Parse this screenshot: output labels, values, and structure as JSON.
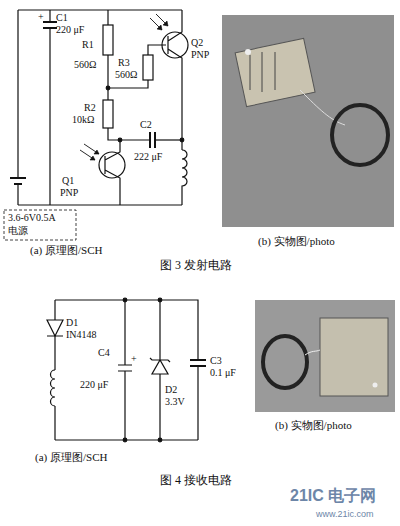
{
  "diagram": {
    "labels": [
      "+",
      "C1",
      "220 μF",
      "R1",
      "560Ω",
      "R3",
      "560Ω",
      "Q2",
      "PNP",
      "R2",
      "10kΩ",
      "C2",
      "222 μF",
      "Q1",
      "PNP",
      "3.6-6V0.5A",
      "电源",
      "(a) 原理图/SCH",
      "(b) 实物图/photo",
      "图 3  发射电路",
      "D1",
      "IN4148",
      "+",
      "C4",
      "220 μF",
      "D2",
      "3.3V",
      "C3",
      "0.1 μF",
      "(a) 原理图/SCH",
      "(b) 实物图/photo",
      "图 4  接收电路",
      "21IC 电子网",
      "www.21ic.com"
    ]
  }
}
